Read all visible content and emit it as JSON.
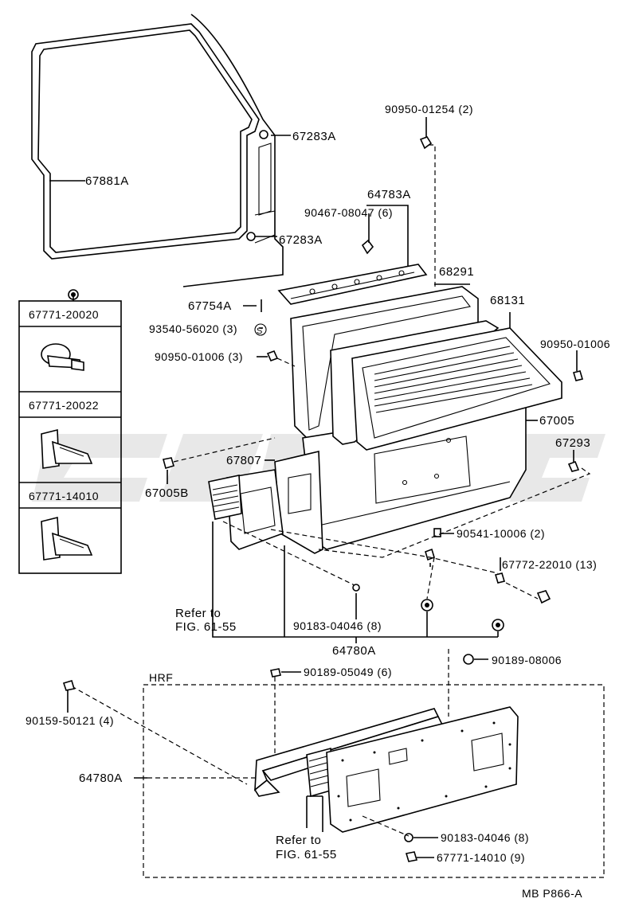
{
  "labels": {
    "p67283A_top": "67283A",
    "p67881A": "67881A",
    "p67283A_bot": "67283A",
    "p90950_01254": "90950-01254 (2)",
    "p64783A": "64783A",
    "p90467": "90467-08047 (6)",
    "p68291": "68291",
    "p67754A": "67754A",
    "p68131": "68131",
    "p93540": "93540-56020 (3)",
    "s_symbol": "S",
    "p90950_01006_left": "90950-01006 (3)",
    "p90950_01006_right": "90950-01006",
    "p67005": "67005",
    "p67293": "67293",
    "p67807": "67807",
    "p67005B": "67005B",
    "p90541": "90541-10006 (2)",
    "p67772": "67772-22010 (13)",
    "refer_top_1": "Refer to",
    "refer_top_2": "FIG. 61-55",
    "p90183_top": "90183-04046 (8)",
    "p64780A_top": "64780A",
    "p90189_08006": "90189-08006",
    "hrf": "HRF",
    "p90189_05049": "90189-05049 (6)",
    "p90159": "90159-50121 (4)",
    "p64780A_hrf": "64780A",
    "refer_bot_1": "Refer to",
    "refer_bot_2": "FIG. 61-55",
    "p90183_bot": "90183-04046 (8)",
    "p67771_14010_9": "67771-14010 (9)",
    "figure_code": "MB P866-A"
  },
  "clip_box": {
    "items": [
      "67771-20020",
      "67771-20022",
      "67771-14010"
    ]
  }
}
